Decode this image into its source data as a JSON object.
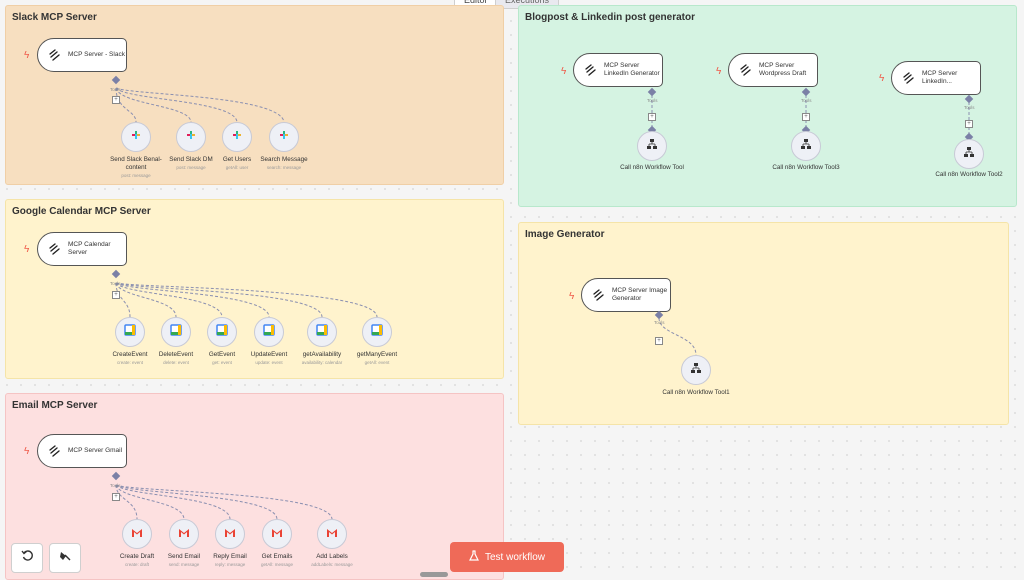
{
  "tabs": {
    "editor": "Editor",
    "executions": "Executions"
  },
  "groups": {
    "slack": "Slack MCP Server",
    "gcal": "Google Calendar MCP Server",
    "email": "Email MCP Server",
    "blog": "Blogpost & Linkedin post generator",
    "image": "Image Generator"
  },
  "nodes": {
    "slack": "MCP Server - Slack",
    "gcal": "MCP Calendar Server",
    "email": "MCP Server Gmail",
    "linkedin_gen": "MCP Server LinkedIn Generator",
    "wordpress": "MCP Server Wordpress Draft",
    "linkedin2": "MCP Server LinkedIn...",
    "image": "MCP Server Image Generator"
  },
  "tool_handle_label": "Tools",
  "slack_tools": [
    {
      "label": "Send Slack Benal-content",
      "desc": "post: message"
    },
    {
      "label": "Send Slack DM",
      "desc": "post: message"
    },
    {
      "label": "Get Users",
      "desc": "getAll: user"
    },
    {
      "label": "Search Message",
      "desc": "search: message"
    }
  ],
  "gcal_tools": [
    {
      "label": "CreateEvent",
      "desc": "create: event"
    },
    {
      "label": "DeleteEvent",
      "desc": "delete: event"
    },
    {
      "label": "GetEvent",
      "desc": "get: event"
    },
    {
      "label": "UpdateEvent",
      "desc": "update: event"
    },
    {
      "label": "getAvailability",
      "desc": "availability: calendar"
    },
    {
      "label": "getManyEvent",
      "desc": "getAll: event"
    }
  ],
  "email_tools": [
    {
      "label": "Create Draft",
      "desc": "create: draft"
    },
    {
      "label": "Send Email",
      "desc": "send: message"
    },
    {
      "label": "Reply Email",
      "desc": "reply: message"
    },
    {
      "label": "Get Emails",
      "desc": "getAll: message"
    },
    {
      "label": "Add Labels",
      "desc": "addLabels: message"
    }
  ],
  "workflow_tools": {
    "t1": "Call n8n Workflow Tool",
    "t3": "Call n8n Workflow Tool3",
    "t2": "Call n8n Workflow Tool2",
    "t1b": "Call n8n Workflow Tool1"
  },
  "buttons": {
    "test_workflow": "Test workflow"
  },
  "colors": {
    "accent": "#ef6a58",
    "bolt": "#ef5b4a"
  }
}
